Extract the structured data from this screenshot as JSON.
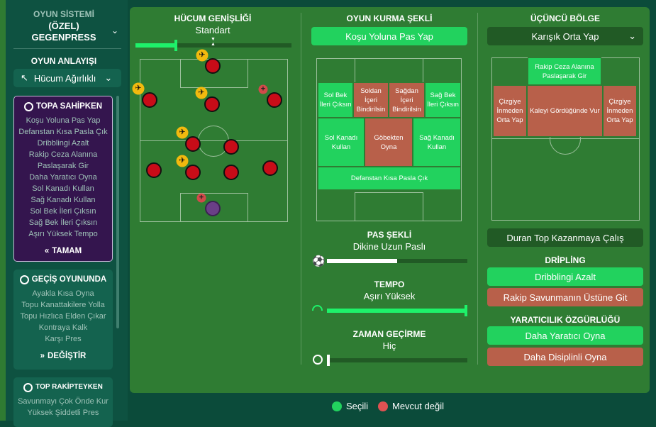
{
  "sidebar": {
    "system_label": "OYUN SİSTEMİ",
    "system_name_1": "(ÖZEL)",
    "system_name_2": "GEGENPRESS",
    "mentality_label": "OYUN ANLAYIŞI",
    "mentality_value": "Hücum Ağırlıklı",
    "in_possession": {
      "title": "TOPA SAHİPKEN",
      "items": [
        "Koşu Yoluna Pas Yap",
        "Defanstan Kısa Pasla Çık",
        "Dribblingi Azalt",
        "Rakip Ceza Alanına",
        "Paslaşarak Gir",
        "Daha Yaratıcı Oyna",
        "Sol Kanadı Kullan",
        "Sağ Kanadı Kullan",
        "Sol Bek İleri Çıksın",
        "Sağ Bek İleri Çıksın",
        "Aşırı Yüksek Tempo"
      ],
      "button": "TAMAM"
    },
    "transition": {
      "title": "GEÇİŞ OYUNUNDA",
      "items": [
        "Ayakla Kısa Oyna",
        "Topu Kanattakilere Yolla",
        "Topu Hızlıca Elden Çıkar",
        "Kontraya Kalk",
        "Karşı Pres"
      ],
      "button": "DEĞİŞTİR"
    },
    "out_possession": {
      "title": "TOP RAKİPTEYKEN",
      "items": [
        "Savunmayı Çok Önde Kur",
        "Yüksek Şiddetli Pres"
      ]
    }
  },
  "width": {
    "title": "HÜCUM GENİŞLİĞİ",
    "value": "Standart",
    "level": 0.25
  },
  "buildup": {
    "title": "OYUN KURMA ŞEKLİ",
    "value": "Koşu Yoluna Pas Yap",
    "zones": [
      "Sol Bek İleri Çıksın",
      "Soldan İçeri Bindirilsin",
      "Sağdan İçeri Bindirilsin",
      "Sağ Bek İleri Çıksın",
      "Sol Kanadı Kullan",
      "Göbekten Oyna",
      "Sağ Kanadı Kullan",
      "Defanstan Kısa Pasla Çık"
    ]
  },
  "final_third": {
    "title": "ÜÇÜNCÜ BÖLGE",
    "value": "Karışık Orta Yap",
    "zones": [
      "Rakip Ceza Alanına Paslaşarak Gir",
      "Çizgiye İnmeden Orta Yap",
      "Kaleyi Gördüğünde Vur",
      "Çizgiye İnmeden Orta Yap"
    ]
  },
  "passing": {
    "title": "PAS ŞEKLİ",
    "value": "Dikine Uzun Paslı",
    "level": 0.5
  },
  "tempo": {
    "title": "TEMPO",
    "value": "Aşırı Yüksek",
    "level": 1.0
  },
  "time_wasting": {
    "title": "ZAMAN GEÇİRME",
    "value": "Hiç",
    "level": 0.0
  },
  "set_piece": "Duran Top Kazanmaya Çalış",
  "dribbling": {
    "title": "DRİPLİNG",
    "options": [
      "Dribblingi Azalt",
      "Rakip Savunmanın Üstüne Git"
    ]
  },
  "creative": {
    "title": "YARATICILIK ÖZGÜRLÜĞÜ",
    "options": [
      "Daha Yaratıcı Oyna",
      "Daha Disiplinli Oyna"
    ]
  },
  "legend": {
    "selected": "Seçili",
    "unavailable": "Mevcut değil"
  },
  "colors": {
    "selected": "#22d25e",
    "unavailable": "#b8604a",
    "panel": "#2f7c33"
  }
}
